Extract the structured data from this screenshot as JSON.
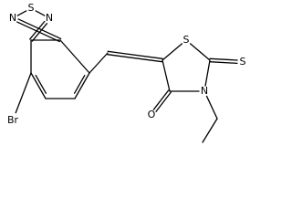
{
  "molecule": {
    "atoms": [
      {
        "id": "N1",
        "element": "N"
      },
      {
        "id": "S2",
        "element": "S"
      },
      {
        "id": "N3",
        "element": "N"
      },
      {
        "id": "C3a",
        "element": "C"
      },
      {
        "id": "C4",
        "element": "C"
      },
      {
        "id": "C5",
        "element": "C"
      },
      {
        "id": "C6",
        "element": "C"
      },
      {
        "id": "C7",
        "element": "C"
      },
      {
        "id": "C7a",
        "element": "C"
      },
      {
        "id": "Br",
        "element": "Br"
      },
      {
        "id": "CH",
        "element": "C"
      },
      {
        "id": "C5r",
        "element": "C"
      },
      {
        "id": "S1r",
        "element": "S"
      },
      {
        "id": "C2r",
        "element": "C"
      },
      {
        "id": "Sexo",
        "element": "S"
      },
      {
        "id": "N3r",
        "element": "N"
      },
      {
        "id": "C4r",
        "element": "C"
      },
      {
        "id": "O",
        "element": "O"
      },
      {
        "id": "CH2",
        "element": "C"
      },
      {
        "id": "CH3",
        "element": "C"
      }
    ],
    "bonds": [
      {
        "from": "N1",
        "to": "S2",
        "order": 1
      },
      {
        "from": "S2",
        "to": "N3",
        "order": 1
      },
      {
        "from": "N1",
        "to": "C7a",
        "order": 2
      },
      {
        "from": "N3",
        "to": "C3a",
        "order": 2
      },
      {
        "from": "C3a",
        "to": "C7a",
        "order": 1
      },
      {
        "from": "C3a",
        "to": "C4",
        "order": 1
      },
      {
        "from": "C4",
        "to": "C5",
        "order": 2
      },
      {
        "from": "C5",
        "to": "C6",
        "order": 1
      },
      {
        "from": "C6",
        "to": "C7",
        "order": 2
      },
      {
        "from": "C7",
        "to": "C7a",
        "order": 1
      },
      {
        "from": "C4",
        "to": "Br",
        "order": 1
      },
      {
        "from": "C7",
        "to": "CH",
        "order": 1
      },
      {
        "from": "CH",
        "to": "C5r",
        "order": 2
      },
      {
        "from": "C5r",
        "to": "S1r",
        "order": 1
      },
      {
        "from": "S1r",
        "to": "C2r",
        "order": 1
      },
      {
        "from": "C2r",
        "to": "N3r",
        "order": 1
      },
      {
        "from": "N3r",
        "to": "C4r",
        "order": 1
      },
      {
        "from": "C4r",
        "to": "C5r",
        "order": 1
      },
      {
        "from": "C2r",
        "to": "Sexo",
        "order": 2
      },
      {
        "from": "C4r",
        "to": "O",
        "order": 2
      },
      {
        "from": "N3r",
        "to": "CH2",
        "order": 1
      },
      {
        "from": "CH2",
        "to": "CH3",
        "order": 1
      }
    ]
  }
}
